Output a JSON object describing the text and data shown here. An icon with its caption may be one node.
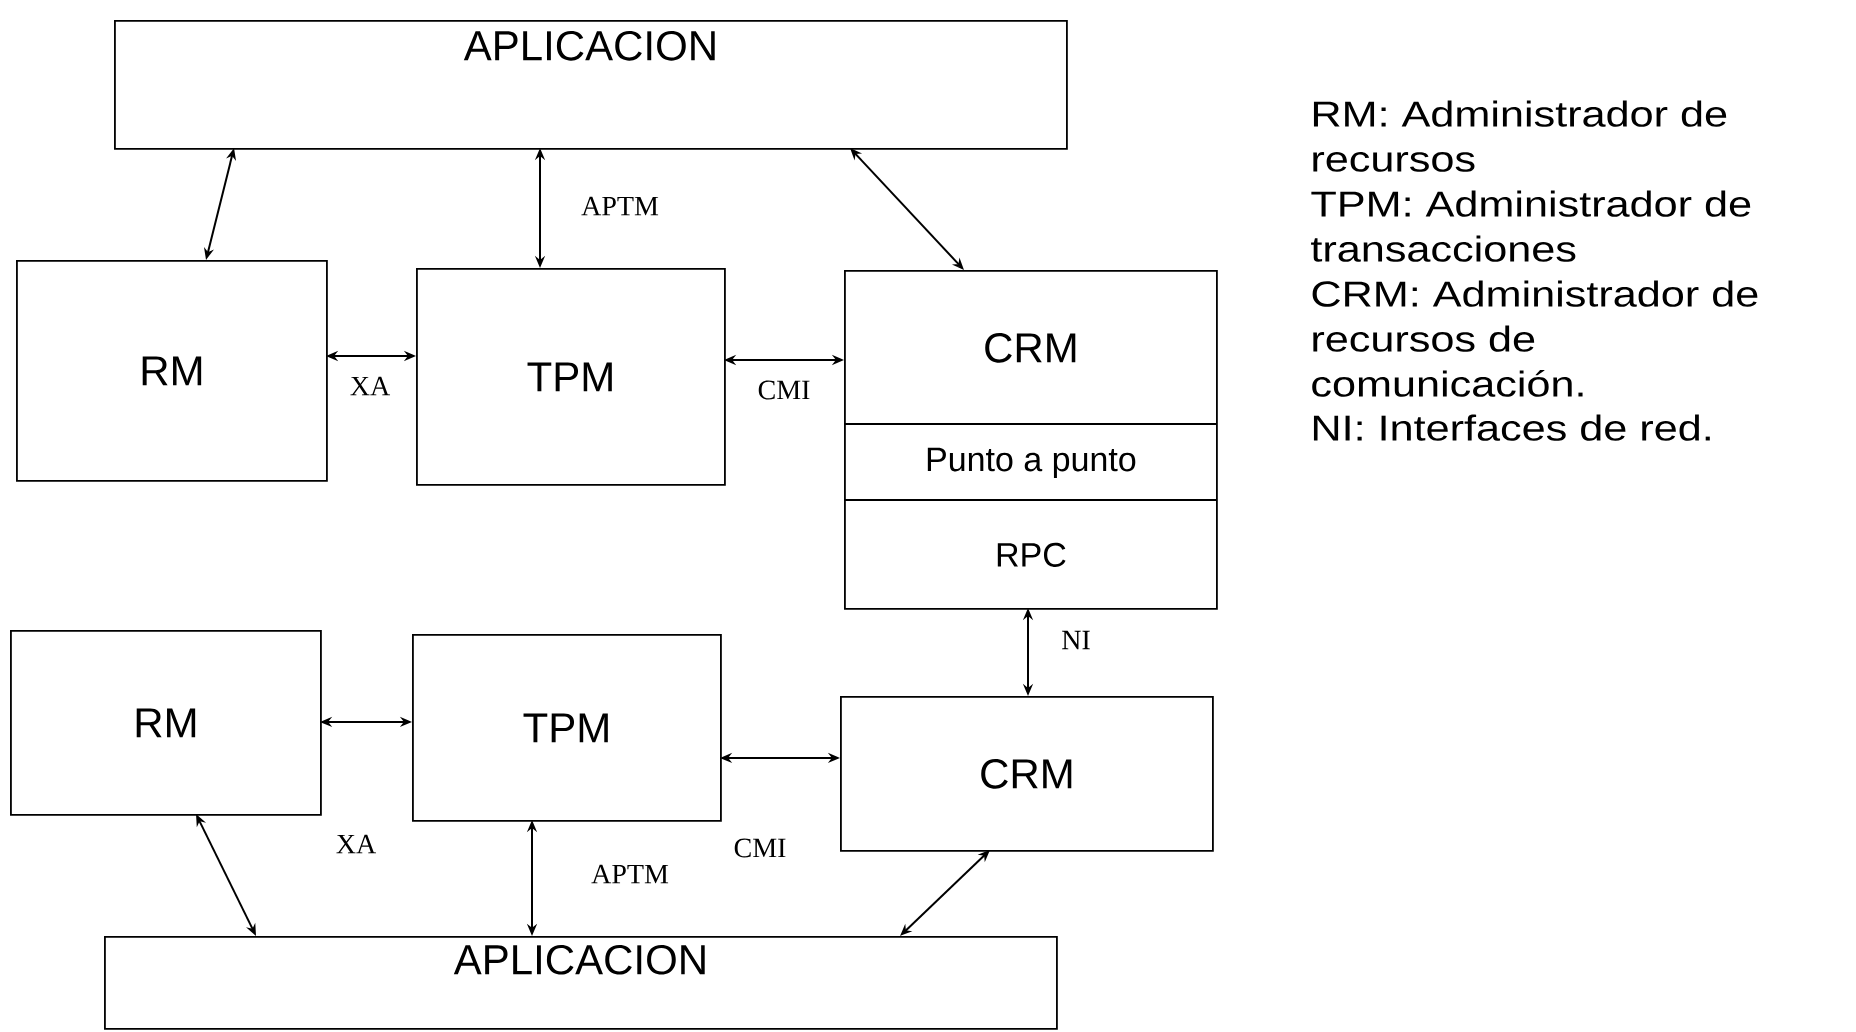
{
  "diagram": {
    "nodes": [
      {
        "text": [
          "APLICACION"
        ]
      },
      {
        "text": [
          "RM"
        ]
      },
      {
        "text": [
          "TPM"
        ]
      },
      {
        "text": [
          "CRM",
          "Punto a punto",
          "RPC"
        ]
      },
      {
        "text": [
          "RM"
        ]
      },
      {
        "text": [
          "TPM"
        ]
      },
      {
        "text": [
          "CRM"
        ]
      },
      {
        "text": [
          "APLICACION"
        ]
      }
    ],
    "edges": [
      {
        "from": 0,
        "to": 1,
        "arrow": "both"
      },
      {
        "from": 0,
        "to": 2,
        "arrow": "both",
        "label": "APTM"
      },
      {
        "from": 0,
        "to": 3,
        "arrow": "both"
      },
      {
        "from": 1,
        "to": 2,
        "arrow": "both",
        "label": "XA"
      },
      {
        "from": 2,
        "to": 3,
        "arrow": "both",
        "label": "CMI"
      },
      {
        "from": 3,
        "to": 6,
        "arrow": "both",
        "label": "NI"
      },
      {
        "from": 4,
        "to": 5,
        "arrow": "both",
        "label": "XA"
      },
      {
        "from": 5,
        "to": 6,
        "arrow": "both",
        "label": "CMI"
      },
      {
        "from": 4,
        "to": 7,
        "arrow": "both"
      },
      {
        "from": 5,
        "to": 7,
        "arrow": "both",
        "label": "APTM"
      },
      {
        "from": 6,
        "to": 7,
        "arrow": "both"
      }
    ],
    "labels": [
      "RM: Administrador de recursos",
      "TPM: Administrador de transacciones",
      "CRM: Administrador de recursos de comunicación.",
      "NI: Interfaces de red."
    ]
  }
}
